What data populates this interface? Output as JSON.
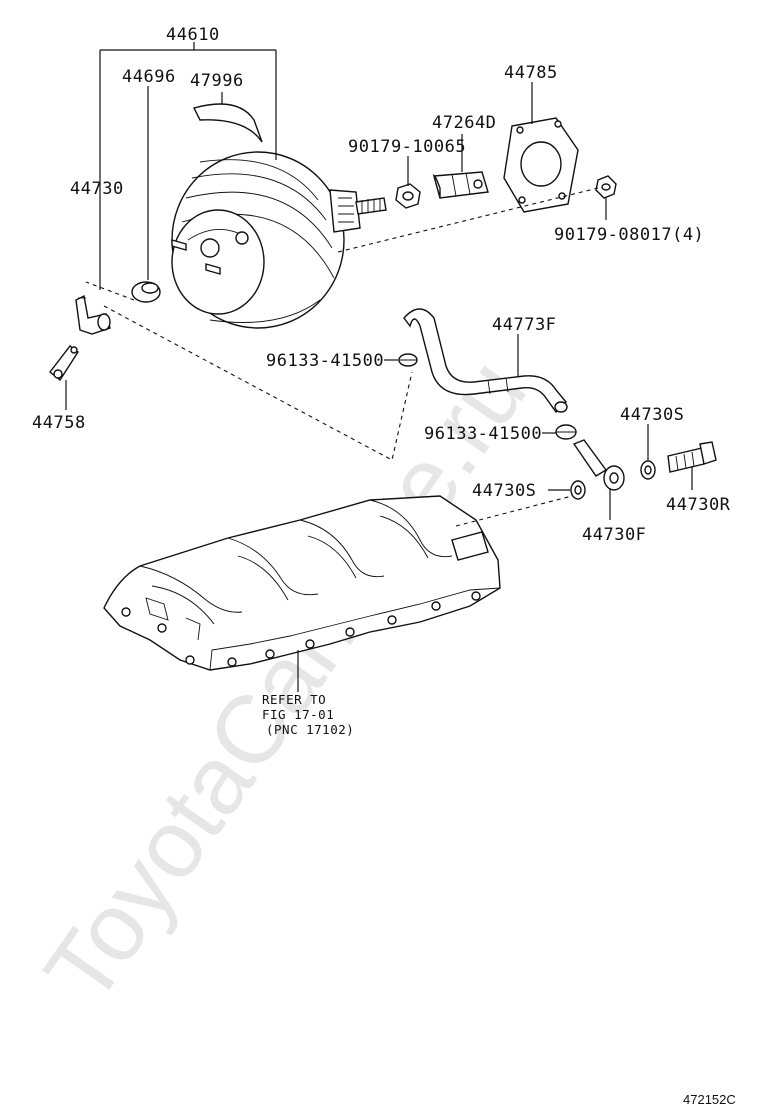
{
  "diagram": {
    "watermark": "ToyotaCarMine.ru",
    "diagram_id": "472152C",
    "reference_note": {
      "line1": "REFER TO",
      "line2": "FIG 17-01",
      "line3": "(PNC 17102)"
    },
    "labels": {
      "p44610": "44610",
      "p44696": "44696",
      "p47996": "47996",
      "p44785": "44785",
      "p47264D": "47264D",
      "p90179_10065": "90179-10065",
      "p90179_08017": "90179-08017(4)",
      "p44730": "44730",
      "p44758": "44758",
      "p44773F": "44773F",
      "p96133_41500_a": "96133-41500",
      "p96133_41500_b": "96133-41500",
      "p44730S_a": "44730S",
      "p44730S_b": "44730S",
      "p44730R": "44730R",
      "p44730F": "44730F"
    }
  }
}
